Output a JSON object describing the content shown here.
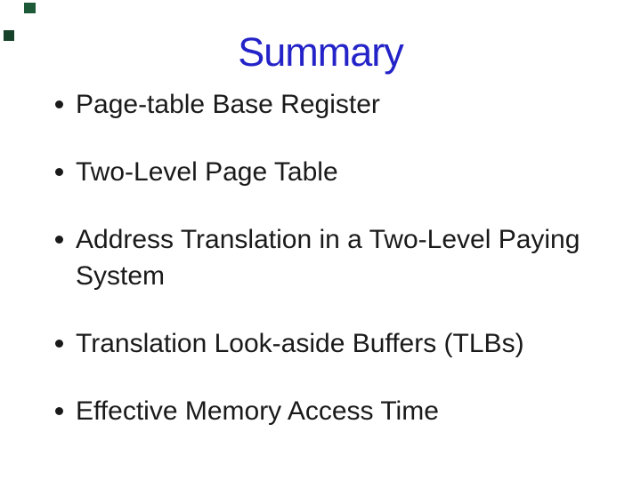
{
  "slide": {
    "title": "Summary",
    "bullets": [
      "Page-table Base Register",
      "Two-Level Page Table",
      "Address Translation in a Two-Level Paying System",
      "Translation Look-aside Buffers (TLBs)",
      "Effective Memory Access Time"
    ]
  },
  "colors": {
    "background": "#FFFFFF",
    "title_color": "#2323C8",
    "text_color": "#1A1A1A",
    "bullet_dot_color": "#1A1A1A",
    "square_top_color": "#1E5A38",
    "square_left_color": "#16422A"
  }
}
